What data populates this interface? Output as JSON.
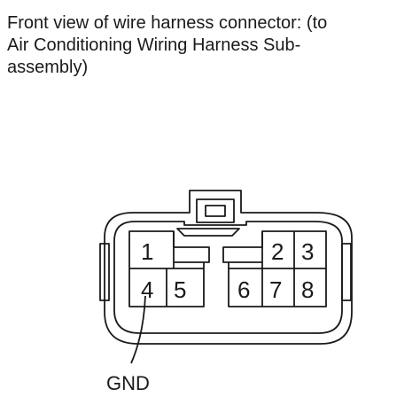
{
  "caption": {
    "lines": [
      "Front view of wire harness connector: (to",
      "Air Conditioning Wiring Harness Sub-",
      "assembly)"
    ]
  },
  "connector": {
    "pins": [
      {
        "number": "1"
      },
      {
        "number": "2"
      },
      {
        "number": "3"
      },
      {
        "number": "4"
      },
      {
        "number": "5"
      },
      {
        "number": "6"
      },
      {
        "number": "7"
      },
      {
        "number": "8"
      }
    ],
    "callout": {
      "pin": "4",
      "label": "GND"
    }
  }
}
